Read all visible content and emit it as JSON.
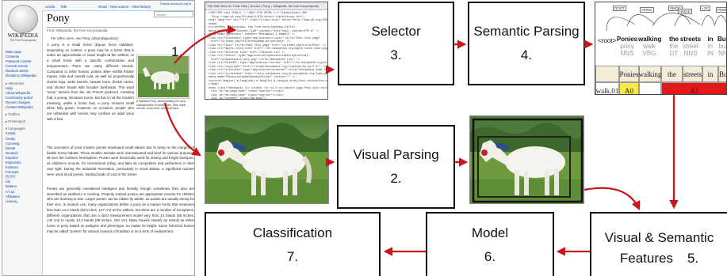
{
  "steps": [
    {
      "title": "Selector",
      "number": "3."
    },
    {
      "title": "Semantic Parsing",
      "number": "4."
    },
    {
      "title": "Visual Parsing",
      "number": "2."
    },
    {
      "title": "Visual & Semantic",
      "title2": "Features",
      "number": "5."
    },
    {
      "title": "Model",
      "number": "6."
    },
    {
      "title": "Classification",
      "number": "7."
    }
  ],
  "wiki_step_number": "1.",
  "wiki": {
    "logo_text": "WIKIPEDIA",
    "logo_sub": "The Free Encyclopedia",
    "tabs": [
      "Article",
      "Talk",
      "Read",
      "View source",
      "View history"
    ],
    "search_placeholder": "Search",
    "top_links": "Create account  Log in",
    "title": "Pony",
    "from": "From Wikipedia, the free encyclopedia",
    "hatnote": "For other uses, see Pony (disambiguation).",
    "nav": [
      "Main page",
      "Contents",
      "Featured content",
      "Current events",
      "Random article",
      "Donate to Wikipedia"
    ],
    "nav_interaction": "Interaction",
    "nav_interaction_items": [
      "Help",
      "About Wikipedia",
      "Community portal",
      "Recent changes",
      "Contact Wikipedia"
    ],
    "nav_toolbox": "Toolbox",
    "nav_print": "Print/export",
    "nav_languages": "Languages",
    "nav_language_items": [
      "Català",
      "Česky",
      "Cymraeg",
      "Dansk",
      "Deutsch",
      "Español",
      "Esperanto",
      "Euskara",
      "Français",
      "한국어",
      "Ido",
      "Italiano",
      "עברית",
      "Afrikaans",
      "Lietuvių"
    ],
    "para1": "A pony is a small horse (Equus ferus caballus). Depending on context, a pony may be a horse that is under an approximate or exact height at the withers, or a small horse with a specific conformation and temperament. There are many different breeds. Compared to other horses, ponies often exhibit thicker manes, tails and overall coat, as well as proportionally shorter legs, wider barrels, heavier bone, thicker necks, and shorter heads with broader foreheads. The word \"pony\" derives from the old French poulenet, meaning foal, a young, immature horse, but this is not the modern meaning; unlike a horse foal, a pony remains small when fully grown. However, on occasion, people who are unfamiliar with horses may confuse an adult pony with a foal.",
    "para2": "The ancestors of most modern ponies developed small stature due to living on the margins of livable horse habitat. These smaller animals were domesticated and bred for various purposes all over the northern hemisphere. Ponies were historically used for driving and freight transport, as children's mounts, for recreational riding, and later as competitors and performers in their own right. During the Industrial Revolution, particularly in Great Britain, a significant number were used as pit ponies, hauling loads of coal in the mines.",
    "para3": "Ponies are generally considered intelligent and friendly, though sometimes they also are described as stubborn or cunning. Properly trained ponies are appropriate mounts for children who are learning to ride. Larger ponies can be ridden by adults, as ponies are usually strong for their size. In modern use, many organizations define a pony as a mature horse that measures less than 14.2 hands (58 inches, 147 cm) at the withers, but there are a number of exceptions. Different organizations that use a strict measurement model vary from 14 hands (56 inches, 142 cm) to nearly 14.3 hands (59 inches, 150 cm). Many breeds classify an animal as either horse or pony based on pedigree and phenotype, no matter its height. Some full-sized horses may be called \"ponies\" for various reasons of tradition or as a term of endearment.",
    "caption": "A Highland Pony, demonstrating the pony characteristics of sturdy bone, thick mane and tail, small head, and small ears"
  },
  "code": {
    "toolbar": "File  Edit  View  Go  Tools  Help   |  Source  |  Pony - Wikipedia, the free encyclopedia",
    "lines": [
      "<!DOCTYPE html PUBLIC \"-//W3C//DTD XHTML 1.0 Transitional//EN\"",
      "  \"http://www.w3.org/TR/xhtml1/DTD/xhtml1-transitional.dtd\">",
      "<html lang=\"en\" dir=\"ltr\" class=\"client-nojs\" xmlns=\"http://www.w3.org/1999/xhtml\">",
      "<head>",
      "<title>Pony - Wikipedia, the free encyclopedia</title>",
      "<meta http-equiv=\"Content-Type\" content=\"text/html; charset=UTF-8\" />",
      "<meta name=\"generator\" content=\"MediaWiki 1.20wmf4\" />",
      "<link rel=\"alternate\" type=\"application/x-wiki\" title=\"Edit this page\"",
      "  href=\"/w/index.php?title=Pony&amp;action=edit\" />",
      "<link rel=\"edit\" title=\"Edit this page\" href=\"/w/index.php?title=Pony\" />",
      "<link rel=\"apple-touch-icon\" href=\"//en.wikipedia.org/apple-touch-icon.png\" />",
      "<link rel=\"shortcut icon\" href=\"/favicon.ico\" />",
      "<link rel=\"search\" type=\"application/opensearchdescription+xml\"",
      "  href=\"/w/opensearch_desc.php\" title=\"Wikipedia (en)\" />",
      "<link rel=\"EditURI\" type=\"application/rsd+xml\" href=\"//en.wikipedia.org/w/api.php\" />",
      "<link rel=\"copyright\" href=\"//creativecommons.org/licenses/by-sa/3.0/\" />",
      "<link rel=\"alternate\" type=\"application/atom+xml\" title=\"Wikipedia Atom feed\" />",
      "<link rel=\"stylesheet\" href=\"//bits.wikimedia.org/en.wikipedia.org/load.php\" />",
      "<meta name=\"ResourceLoaderDynamicStyles\" content=\"\" />",
      "<style>a:lang(ar),a:lang(ckb),a:lang(fa),a:lang(kk-arab){text-decoration:none}</style>",
      "</head>",
      "<body class=\"mediawiki ltr sitedir-ltr ns-0 ns-subject page-Pony skin-vector\">",
      "  <div id=\"mw-page-base\" class=\"noprint\"></div>",
      "  <div id=\"mw-head-base\" class=\"noprint\"></div>",
      "  <div id=\"content\" class=\"mw-body\">",
      "  <h1 id=\"firstHeading\"><span dir=\"auto\">Pony</span></h1>",
      "  <div id=\"bodyContent\">",
      "  <p>A <b>pony</b> is a small <a href=\"/wiki/Horse\">horse</a>.",
      "  The ancestors of most modern ponies developed small stature due to living on",
      "  the margins of livable horse habitat. These smaller animals were domesticated",
      "  and bred for various purposes all over the northern hemisphere. Ponies were",
      "  historically used for driving and freight transport, as children's mounts.",
      "  <p>The ancestors of most modern ponies developed small stature due to living",
      "  on the margins of livable horse habitat. These smaller animals were",
      "  domesticated and bred for various purposes all over the northern hemisphere.",
      "  </div></div>"
    ]
  },
  "parse": {
    "root": "<root>",
    "arc_labels": [
      "ROOT",
      "AMOD",
      "PMOD",
      "NMOD",
      "LOC",
      "PMOD"
    ],
    "tokens": [
      {
        "word": "Ponies",
        "lemma": "pony",
        "pos": "NNS"
      },
      {
        "word": "walking",
        "lemma": "walk",
        "pos": "VBG"
      },
      {
        "word": "the",
        "lemma": "the",
        "pos": "DT"
      },
      {
        "word": "streets",
        "lemma": "street",
        "pos": "NNS"
      },
      {
        "word": "in",
        "lemma": "in",
        "pos": "IN"
      },
      {
        "word": "Burl",
        "lemma": "burl",
        "pos": "NNI"
      }
    ],
    "grid_header": [
      "Ponies",
      "walking",
      "the",
      "streets",
      "in",
      "Burk"
    ],
    "grid_row_label": "walk.01",
    "grid_a0": "A0",
    "grid_a1": "A1",
    "colors": {
      "a0": "#f5e94a",
      "a1": "#e11919",
      "header": "#f4ecd8",
      "arrow": "#c8161d"
    }
  }
}
